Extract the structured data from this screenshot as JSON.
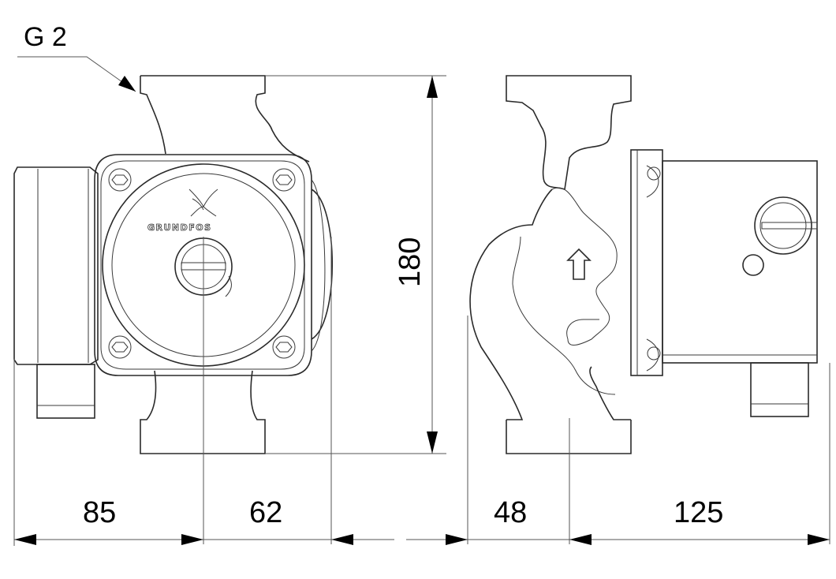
{
  "thread_label": "G 2",
  "logo_text": "GRUNDFOS",
  "dimensions": {
    "height": "180",
    "left_to_axis": "85",
    "axis_to_edge": "62",
    "side_to_axis": "48",
    "axis_to_motor_end": "125"
  }
}
